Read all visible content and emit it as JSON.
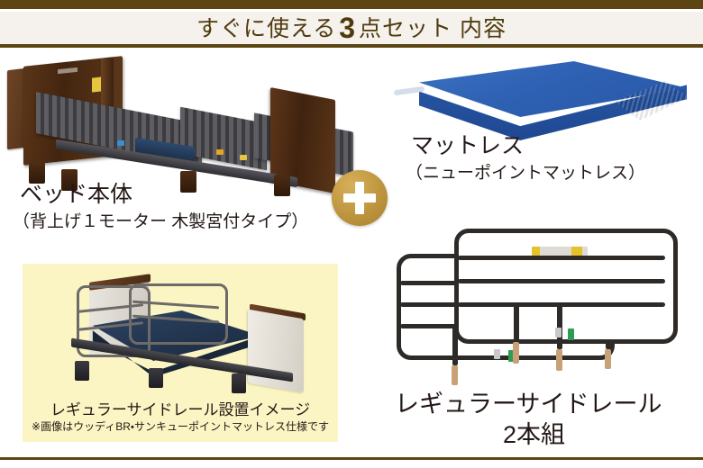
{
  "header": {
    "title_prefix": "すぐに使える",
    "title_number": "3",
    "title_suffix": "点セット 内容",
    "bar_color": "#5c4512",
    "band_color": "#f5f1ec",
    "text_color": "#4e3a0d"
  },
  "plus_badge": {
    "symbol": "+",
    "color": "#c29a43"
  },
  "items": [
    {
      "id": "bed-body",
      "name": "ベッド本体",
      "spec": "（背上げ１モーター 木製宮付タイプ）",
      "image_alt": "ベッド本体 写真",
      "frame_color": "#4d2d16"
    },
    {
      "id": "mattress",
      "name": "マットレス",
      "spec": "（ニューポイントマットレス）",
      "image_alt": "ブルーのマットレス 写真",
      "mattress_color": "#2f62b4"
    },
    {
      "id": "side-rail",
      "name": "レギュラーサイドレール",
      "spec": "2本組",
      "image_alt": "レギュラーサイドレール 2本組 写真",
      "rail_color": "#2e2a28"
    }
  ],
  "inset_card": {
    "background_color": "#fbf5c4",
    "caption": "レギュラーサイドレール設置イメージ",
    "note": "※画像はウッディBR・サンキューポイントマットレス仕様です",
    "image_alt": "レギュラーサイドレール設置イメージ 写真"
  }
}
